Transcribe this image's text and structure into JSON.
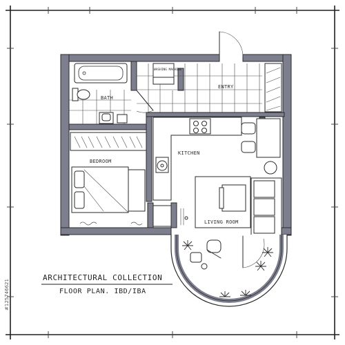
{
  "rooms": {
    "bath": "BATH",
    "washing_machine": "WASHING MACHINE",
    "entry": "ENTRY",
    "kitchen": "KITCHEN",
    "bedroom": "BEDROOM",
    "living_room": "LIVING ROOM"
  },
  "caption": {
    "title": "ARCHITECTURAL COLLECTION",
    "subtitle": "FLOOR PLAN. IBD/IBA"
  },
  "stock_id": "#125746621",
  "colors": {
    "wall": "#7d7f8f",
    "line": "#2a2a2a",
    "border": "#1e1e1e"
  }
}
